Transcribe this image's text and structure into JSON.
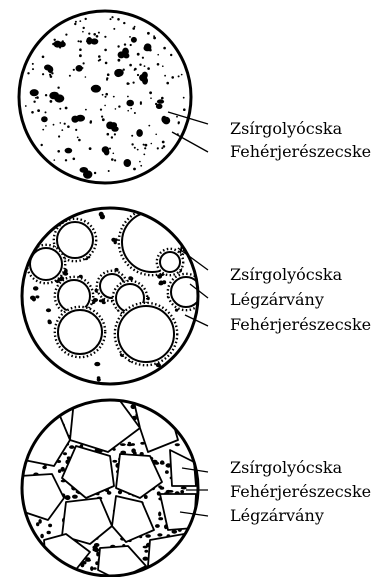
{
  "panels": [
    {
      "labels": [
        "Zsírgolyócska",
        "Fehérjerészecske"
      ]
    },
    {
      "labels": [
        "Zsírgolyócska",
        "Légzárvány",
        "Fehérjerészecske"
      ]
    },
    {
      "labels": [
        "Zsírgolyócska",
        "Fehérjerészecske",
        "Légzárvány"
      ]
    }
  ]
}
